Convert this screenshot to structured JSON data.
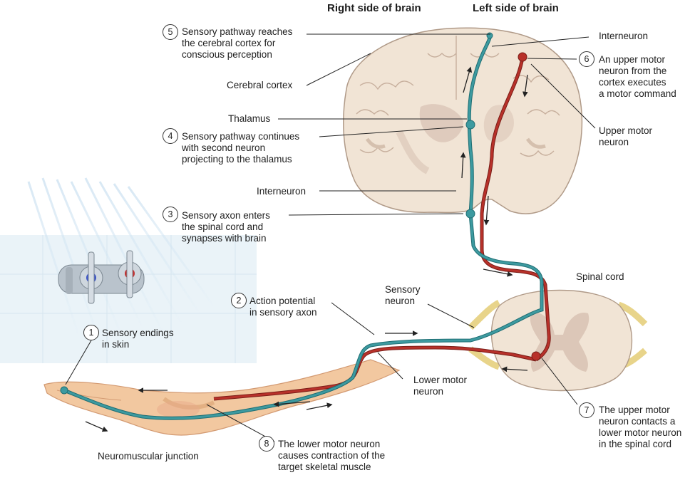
{
  "headers": {
    "right_side": "Right side of brain",
    "left_side": "Left side of brain"
  },
  "steps": [
    {
      "n": "1",
      "text": "Sensory endings\nin skin"
    },
    {
      "n": "2",
      "text": "Action potential\nin sensory axon"
    },
    {
      "n": "3",
      "text": "Sensory axon enters\nthe spinal cord and\nsynapses with brain"
    },
    {
      "n": "4",
      "text": "Sensory pathway continues\nwith second neuron\nprojecting to the thalamus"
    },
    {
      "n": "5",
      "text": "Sensory pathway reaches\nthe cerebral cortex for\nconscious perception"
    },
    {
      "n": "6",
      "text": "An upper motor\nneuron from the\ncortex executes\na motor command"
    },
    {
      "n": "7",
      "text": "The upper motor\nneuron contacts a\nlower motor neuron\nin the spinal cord"
    },
    {
      "n": "8",
      "text": "The  lower motor neuron\ncauses contraction of the\ntarget skeletal muscle"
    }
  ],
  "labels": {
    "cerebral_cortex": "Cerebral cortex",
    "thalamus": "Thalamus",
    "interneuron_lower": "Interneuron",
    "interneuron_upper": "Interneuron",
    "upper_motor_neuron": "Upper motor\nneuron",
    "spinal_cord": "Spinal cord",
    "sensory_neuron": "Sensory\nneuron",
    "lower_motor_neuron": "Lower motor\nneuron",
    "neuromuscular_junction": "Neuromuscular junction"
  },
  "colors": {
    "sensory_axon": "#3d9aa0",
    "motor_axon": "#b8312a",
    "brain_tissue": "#f1e4d5",
    "gray_matter": "#dcc7b8",
    "skin": "#f2c8a0",
    "nerve_root": "#e8d48a"
  }
}
